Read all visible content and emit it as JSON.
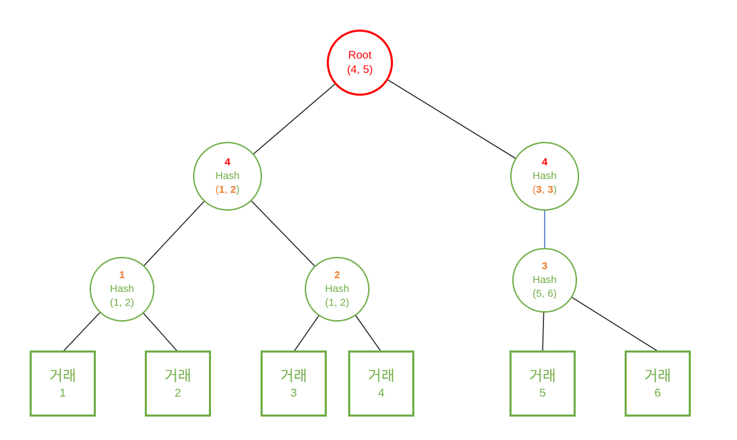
{
  "palette": {
    "red": "#ff0000",
    "green": "#70ad47",
    "orange": "#ed7d31",
    "blue": "#4472c4",
    "edge": "#1b1b1b"
  },
  "root": {
    "label": "Root",
    "range": "(4, 5)"
  },
  "hash_nodes_level2": [
    {
      "number": "4",
      "hash_label": "Hash",
      "range_open": "(",
      "range_d1": "1",
      "range_sep": ", ",
      "range_d2": "2",
      "range_close": ")"
    },
    {
      "number": "4",
      "hash_label": "Hash",
      "range_open": "(",
      "range_d1": "3",
      "range_sep": ", ",
      "range_d2": "3",
      "range_close": ")"
    }
  ],
  "hash_nodes_level3": [
    {
      "number": "1",
      "hash_label": "Hash",
      "range": "(1, 2)"
    },
    {
      "number": "2",
      "hash_label": "Hash",
      "range": "(1, 2)"
    },
    {
      "number": "3",
      "hash_label": "Hash",
      "range": "(5, 6)"
    }
  ],
  "leaves": [
    {
      "label": "거래",
      "number": "1"
    },
    {
      "label": "거래",
      "number": "2"
    },
    {
      "label": "거래",
      "number": "3"
    },
    {
      "label": "거래",
      "number": "4"
    },
    {
      "label": "거래",
      "number": "5"
    },
    {
      "label": "거래",
      "number": "6"
    }
  ]
}
